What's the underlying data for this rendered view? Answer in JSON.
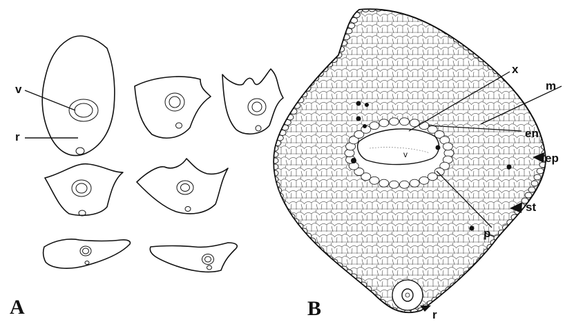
{
  "panel_a": {
    "label": "A",
    "annotations": {
      "v": "v",
      "r": "r"
    }
  },
  "panel_b": {
    "label": "B",
    "annotations": {
      "x": "x",
      "m": "m",
      "en": "en",
      "ep": "ep",
      "st": "st",
      "p": "p",
      "r": "r",
      "v": "v"
    }
  },
  "colors": {
    "ink": "#111111",
    "background": "#ffffff"
  }
}
